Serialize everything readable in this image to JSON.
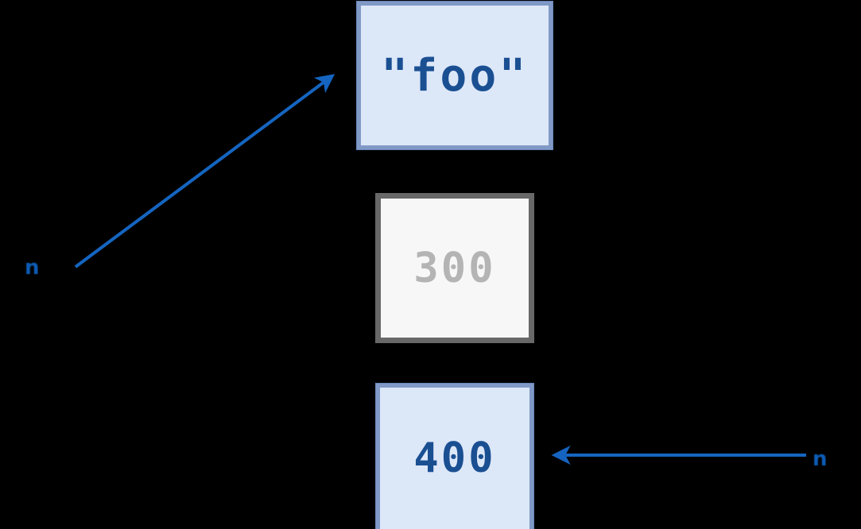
{
  "diagram": {
    "title": "variable to value reference diagram",
    "background_color": "#000000",
    "accent_color": "#1565c0",
    "boxes": [
      {
        "id": "foo",
        "value": "\"foo\"",
        "style": "active",
        "fill_color": "#dce7f8",
        "border_color": "#8099c6",
        "text_color": "#1a4f92"
      },
      {
        "id": "three-hundred",
        "value": "300",
        "style": "dimmed",
        "fill_color": "#f7f7f7",
        "border_color": "#686868",
        "text_color": "#b4b4b4"
      },
      {
        "id": "four-hundred",
        "value": "400",
        "style": "active",
        "fill_color": "#dce7f8",
        "border_color": "#8099c6",
        "text_color": "#1a4f92"
      }
    ],
    "labels": [
      {
        "id": "left-variable",
        "text": "n"
      },
      {
        "id": "right-variable",
        "text": "n"
      }
    ],
    "arrows": [
      {
        "id": "left-to-foo",
        "from_label": "n",
        "to_box": "foo",
        "direction": "up-right",
        "color": "#1565c0"
      },
      {
        "id": "right-to-four-hundred",
        "from_label": "n",
        "to_box": "four-hundred",
        "direction": "left",
        "color": "#1565c0"
      }
    ]
  }
}
